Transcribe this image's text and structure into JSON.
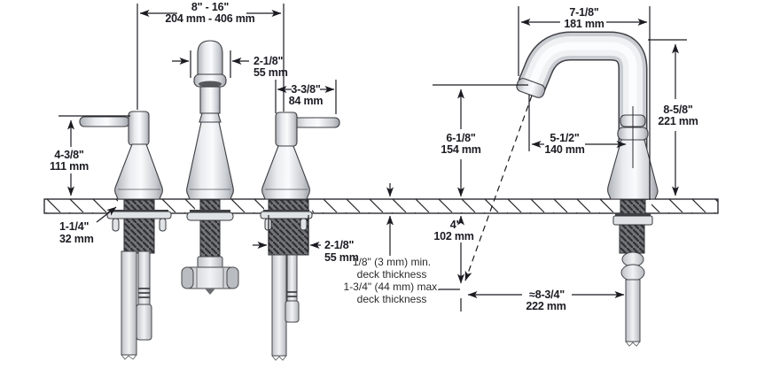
{
  "drawing": {
    "kind": "widespread faucet installation dimension diagram",
    "views": [
      "front view with two handles and spout on mounting deck",
      "side view of high-arc spout"
    ]
  },
  "dims": {
    "spread": {
      "in": "8\" - 16\"",
      "mm": "204 mm - 406 mm"
    },
    "spout_base_width": {
      "in": "2-1/8\"",
      "mm": "55 mm"
    },
    "handle_length": {
      "in": "3-3/8\"",
      "mm": "84 mm"
    },
    "handle_height": {
      "in": "4-3/8\"",
      "mm": "111 mm"
    },
    "mounting_hole": {
      "in": "1-1/4\"",
      "mm": "32 mm"
    },
    "shank_width": {
      "in": "2-1/8\"",
      "mm": "55 mm"
    },
    "spout_top_width": {
      "in": "7-1/8\"",
      "mm": "181 mm"
    },
    "spout_height": {
      "in": "8-5/8\"",
      "mm": "221 mm"
    },
    "aerator_to_deck": {
      "in": "6-1/8\"",
      "mm": "154 mm"
    },
    "spout_reach": {
      "in": "5-1/2\"",
      "mm": "140 mm"
    },
    "stream_drop": {
      "in": "4\"",
      "mm": "102 mm"
    },
    "stream_reach": {
      "in": "≈8-3/4\"",
      "mm": "222 mm"
    }
  },
  "notes": {
    "deck_min": "1/8\" (3 mm) min.",
    "deck_min_label": "deck thickness",
    "deck_max": "1-3/4\" (44 mm) max.",
    "deck_max_label": "deck thickness"
  },
  "colors": {
    "line": "#1c1b22",
    "metal_light": "#f3f4f6",
    "metal_dark": "#a9adb4",
    "thread": "#737478",
    "background": "#ffffff"
  }
}
